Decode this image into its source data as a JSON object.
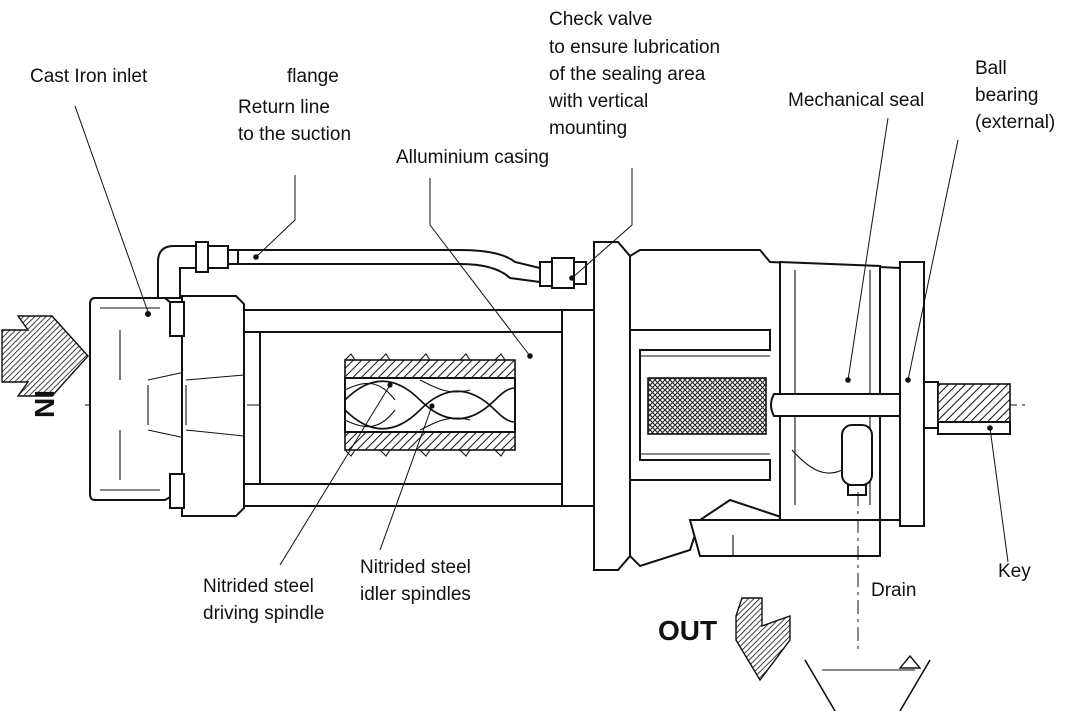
{
  "labels": {
    "cast_iron_inlet": "Cast Iron inlet",
    "flange": "flange",
    "return_line_1": "Return line",
    "return_line_2": "to the suction",
    "alluminium_casing": "Alluminium casing",
    "check_valve_1": "Check valve",
    "check_valve_2": "to ensure lubrication",
    "check_valve_3": "of the sealing area",
    "check_valve_4": "with vertical",
    "check_valve_5": "mounting",
    "mechanical_seal": "Mechanical seal",
    "ball_bearing_1": "Ball",
    "ball_bearing_2": "bearing",
    "ball_bearing_3": "(external)",
    "driving_spindle_1": "Nitrided steel",
    "driving_spindle_2": "driving spindle",
    "idler_spindles_1": "Nitrided steel",
    "idler_spindles_2": "idler spindles",
    "drain": "Drain",
    "key": "Key",
    "in": "IN",
    "out": "OUT"
  },
  "icons": {
    "inlet_arrow": "flow-arrow-right-icon",
    "outlet_arrow": "flow-arrow-down-icon",
    "level_marker": "liquid-level-triangle-icon"
  }
}
